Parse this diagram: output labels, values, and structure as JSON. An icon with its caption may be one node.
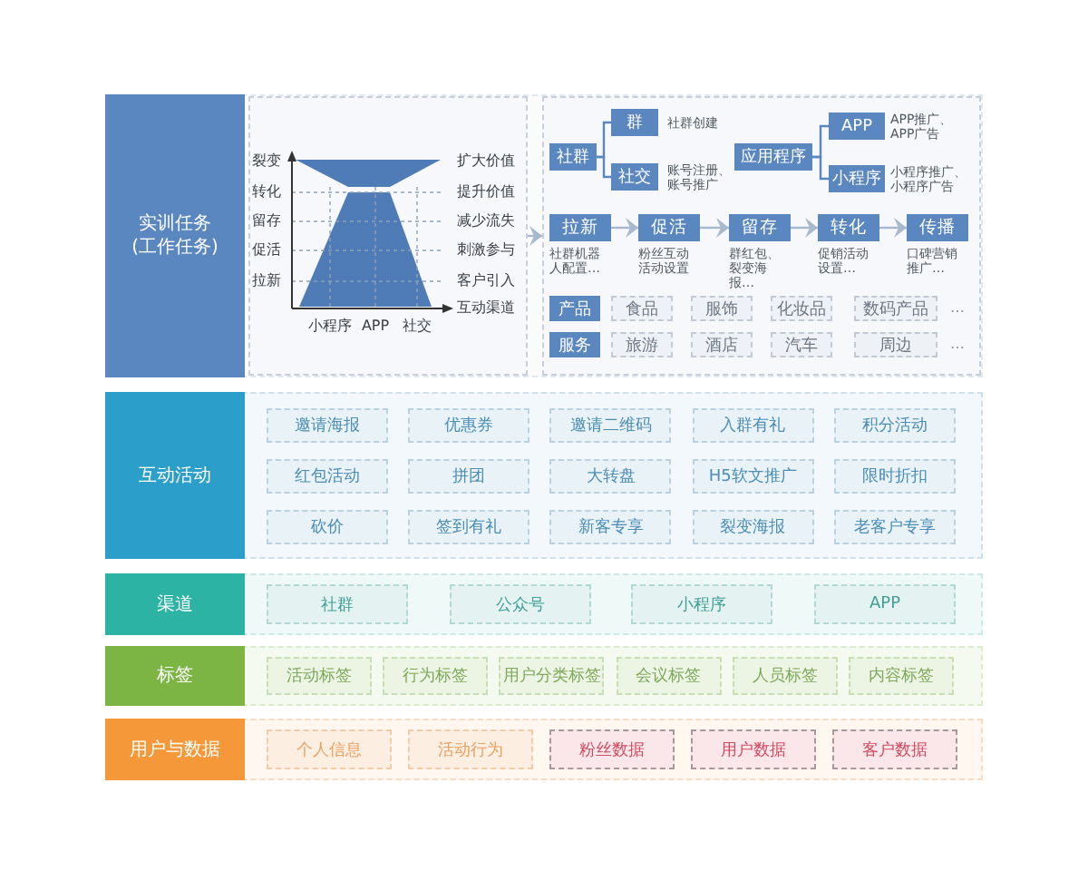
{
  "diagram": {
    "nodes": [
      {
        "text": [
          "实训任务",
          "(工作任务)"
        ]
      },
      {
        "text": [],
        "shape": "box",
        "in": 0
      },
      {
        "text": [],
        "shape": "box",
        "in": 0
      },
      {
        "text": [
          "社群"
        ],
        "in": 2
      },
      {
        "text": [
          "群"
        ],
        "in": 2,
        "beside": [
          "社群创建"
        ]
      },
      {
        "text": [
          "社交"
        ],
        "in": 2,
        "beside": [
          "账号注册、账号推广"
        ]
      },
      {
        "text": [
          "应用程序"
        ],
        "in": 2
      },
      {
        "text": [
          "APP"
        ],
        "in": 2,
        "beside": [
          "APP推广、APP广告"
        ]
      },
      {
        "text": [
          "小程序"
        ],
        "in": 2,
        "beside": [
          "小程序推广、小程序广告"
        ]
      },
      {
        "text": [
          "拉新"
        ],
        "in": 2,
        "beside": [
          "社群机器人配置…"
        ]
      },
      {
        "text": [
          "促活"
        ],
        "in": 2,
        "beside": [
          "粉丝互动活动设置"
        ]
      },
      {
        "text": [
          "留存"
        ],
        "in": 2,
        "beside": [
          "群红包、裂变海报…"
        ]
      },
      {
        "text": [
          "转化"
        ],
        "in": 2,
        "beside": [
          "促销活动设置…"
        ]
      },
      {
        "text": [
          "传播"
        ],
        "in": 2,
        "beside": [
          "口碑营销推广…"
        ]
      },
      {
        "text": [
          "产品"
        ],
        "in": 2
      },
      {
        "text": [
          "食品"
        ],
        "in": 2
      },
      {
        "text": [
          "服饰"
        ],
        "in": 2
      },
      {
        "text": [
          "化妆品"
        ],
        "in": 2
      },
      {
        "text": [
          "数码产品"
        ],
        "in": 2
      },
      {
        "text": [
          "服务"
        ],
        "in": 2
      },
      {
        "text": [
          "旅游"
        ],
        "in": 2
      },
      {
        "text": [
          "酒店"
        ],
        "in": 2
      },
      {
        "text": [
          "汽车"
        ],
        "in": 2
      },
      {
        "text": [
          "周边"
        ],
        "in": 2
      },
      {
        "text": [
          "互动活动"
        ]
      },
      {
        "text": [
          "邀请海报"
        ],
        "in": 24
      },
      {
        "text": [
          "优惠券"
        ],
        "in": 24
      },
      {
        "text": [
          "邀请二维码"
        ],
        "in": 24
      },
      {
        "text": [
          "入群有礼"
        ],
        "in": 24
      },
      {
        "text": [
          "积分活动"
        ],
        "in": 24
      },
      {
        "text": [
          "红包活动"
        ],
        "in": 24
      },
      {
        "text": [
          "拼团"
        ],
        "in": 24
      },
      {
        "text": [
          "大转盘"
        ],
        "in": 24
      },
      {
        "text": [
          "H5软文推广"
        ],
        "in": 24
      },
      {
        "text": [
          "限时折扣"
        ],
        "in": 24
      },
      {
        "text": [
          "砍价"
        ],
        "in": 24
      },
      {
        "text": [
          "签到有礼"
        ],
        "in": 24
      },
      {
        "text": [
          "新客专享"
        ],
        "in": 24
      },
      {
        "text": [
          "裂变海报"
        ],
        "in": 24
      },
      {
        "text": [
          "老客户专享"
        ],
        "in": 24
      },
      {
        "text": [
          "渠道"
        ]
      },
      {
        "text": [
          "社群"
        ],
        "in": 40
      },
      {
        "text": [
          "公众号"
        ],
        "in": 40
      },
      {
        "text": [
          "小程序"
        ],
        "in": 40
      },
      {
        "text": [
          "APP"
        ],
        "in": 40
      },
      {
        "text": [
          "标签"
        ]
      },
      {
        "text": [
          "活动标签"
        ],
        "in": 45
      },
      {
        "text": [
          "行为标签"
        ],
        "in": 45
      },
      {
        "text": [
          "用户分类标签"
        ],
        "in": 45
      },
      {
        "text": [
          "会议标签"
        ],
        "in": 45
      },
      {
        "text": [
          "人员标签"
        ],
        "in": 45
      },
      {
        "text": [
          "内容标签"
        ],
        "in": 45
      },
      {
        "text": [
          "用户与数据"
        ]
      },
      {
        "text": [
          "个人信息"
        ],
        "in": 52
      },
      {
        "text": [
          "活动行为"
        ],
        "in": 52
      },
      {
        "text": [
          "粉丝数据"
        ],
        "in": 52
      },
      {
        "text": [
          "用户数据"
        ],
        "in": 52
      },
      {
        "text": [
          "客户数据"
        ],
        "in": 52
      }
    ],
    "edges": [
      {
        "from": 1,
        "to": 2,
        "arrow": "to"
      },
      {
        "from": 3,
        "to": 4,
        "arrow": "none",
        "color": "#5b87c0"
      },
      {
        "from": 3,
        "to": 5,
        "arrow": "none",
        "color": "#5b87c0"
      },
      {
        "from": 6,
        "to": 7,
        "arrow": "none",
        "color": "#5b87c0"
      },
      {
        "from": 6,
        "to": 8,
        "arrow": "none",
        "color": "#5b87c0"
      },
      {
        "from": 9,
        "to": 10,
        "arrow": "to"
      },
      {
        "from": 10,
        "to": 11,
        "arrow": "to"
      },
      {
        "from": 11,
        "to": 12,
        "arrow": "to"
      },
      {
        "from": 12,
        "to": 13,
        "arrow": "to"
      }
    ],
    "labels": [
      "裂变",
      "扩大价值",
      "转化",
      "提升价值",
      "留存",
      "减少流失",
      "促活",
      "刺激参与",
      "拉新",
      "客户引入",
      "互动渠道",
      "小程序",
      "APP",
      "社交",
      "…",
      "…"
    ]
  }
}
